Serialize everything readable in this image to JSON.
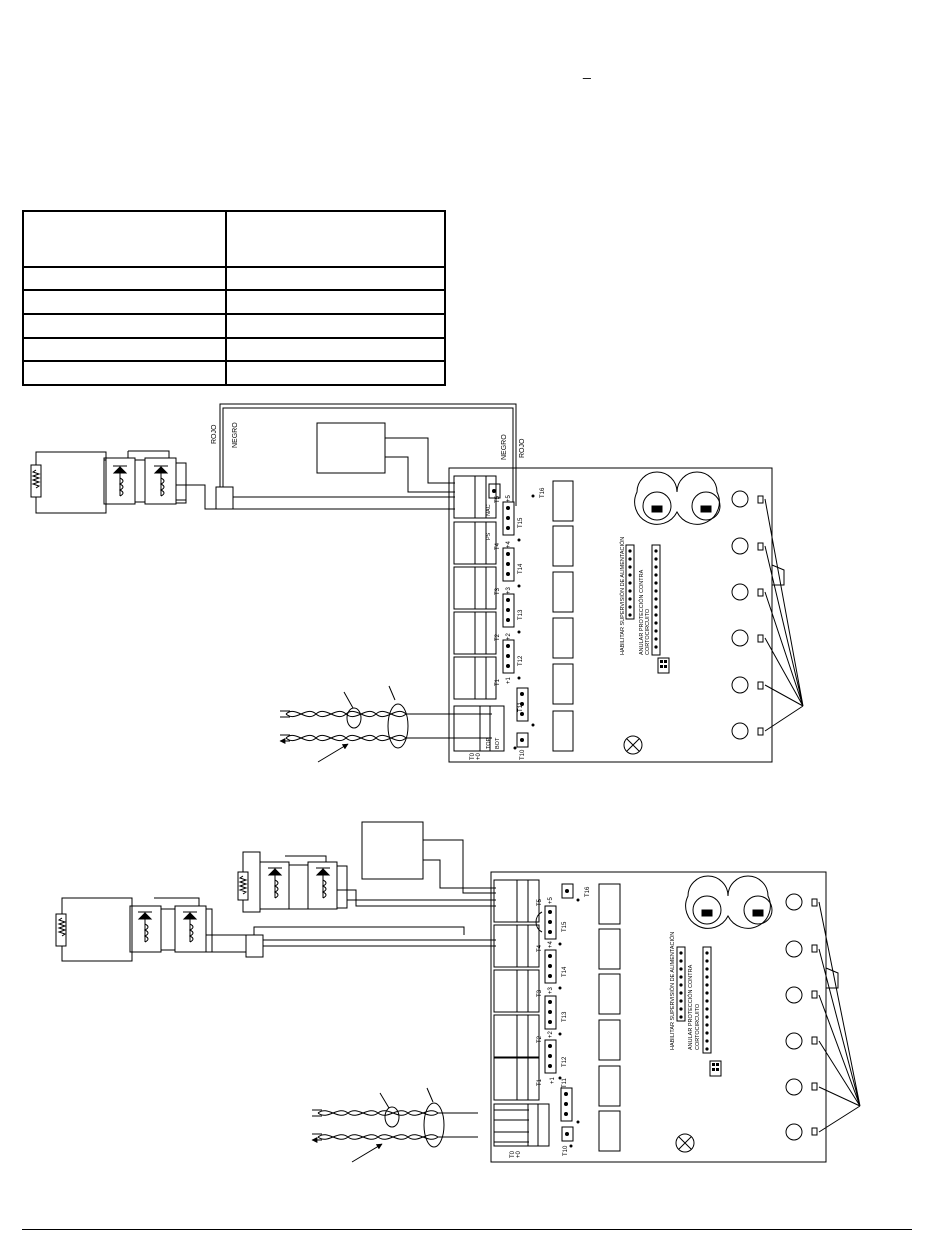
{
  "header": {
    "mark": "_"
  },
  "table": {
    "rows": 6,
    "cols": 2
  },
  "diagram_top": {
    "wire_labels": [
      "ROJO",
      "NEGRO",
      "NEGRO",
      "ROJO"
    ],
    "terminals": [
      "T16",
      "T5",
      "T15",
      "T4",
      "T14",
      "T3",
      "T13",
      "T2",
      "T12",
      "T1",
      "T11",
      "T0",
      "T10"
    ],
    "module_texts": [
      "HABILITAR SUPERVISIÓN DE ALIMENTACIÓN",
      "ANULAR PROTECCIÓN CONTRA",
      "CORTOCIRCUITO"
    ],
    "plus_labels": [
      "+5",
      "+4",
      "+3",
      "+2",
      "+1",
      "+0"
    ],
    "pin_labels": [
      "NAC",
      "PS",
      "TOP",
      "BOT"
    ]
  },
  "diagram_bottom": {
    "terminals": [
      "T16",
      "T5",
      "T15",
      "T4",
      "T14",
      "T3",
      "T13",
      "T2",
      "T12",
      "T1",
      "T11",
      "T0",
      "T10"
    ],
    "module_texts": [
      "HABILITAR SUPERVISIÓN DE ALIMENTACIÓN",
      "ANULAR PROTECCIÓN CONTRA",
      "CORTOCIRCUITO"
    ],
    "plus_labels": [
      "+5",
      "+4",
      "+3",
      "+2",
      "+1",
      "+0"
    ]
  }
}
